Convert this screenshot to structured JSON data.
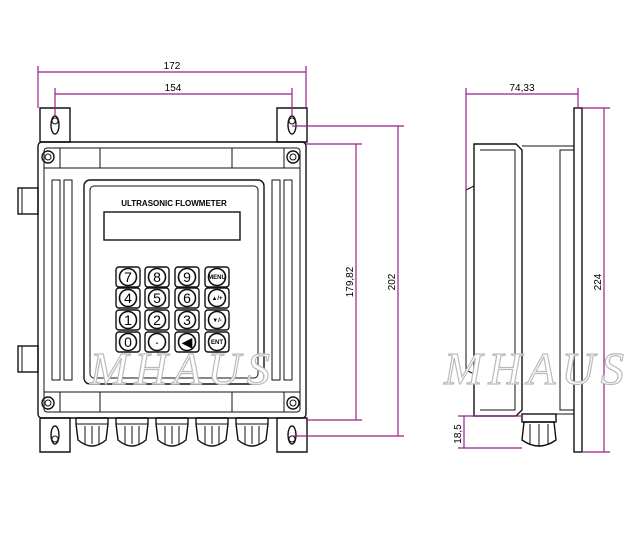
{
  "front_view": {
    "title": "ULTRASONIC FLOWMETER",
    "keys": [
      {
        "label": "7"
      },
      {
        "label": "8"
      },
      {
        "label": "9"
      },
      {
        "label": "MENU"
      },
      {
        "label": "4"
      },
      {
        "label": "5"
      },
      {
        "label": "6"
      },
      {
        "label": "▲/+"
      },
      {
        "label": "1"
      },
      {
        "label": "2"
      },
      {
        "label": "3"
      },
      {
        "label": "▼/-"
      },
      {
        "label": "0"
      },
      {
        "label": "·"
      },
      {
        "label": "◀"
      },
      {
        "label": "ENT"
      }
    ]
  },
  "dimensions": {
    "overall_width": "172",
    "mount_hole_spacing": "154",
    "body_height": "179,82",
    "mount_hole_height": "202",
    "depth": "74,33",
    "total_height": "224",
    "gland_offset": "18,5"
  },
  "watermark": "MHAUS",
  "colors": {
    "dimension": "#9b1f8c",
    "outline": "#111111"
  }
}
